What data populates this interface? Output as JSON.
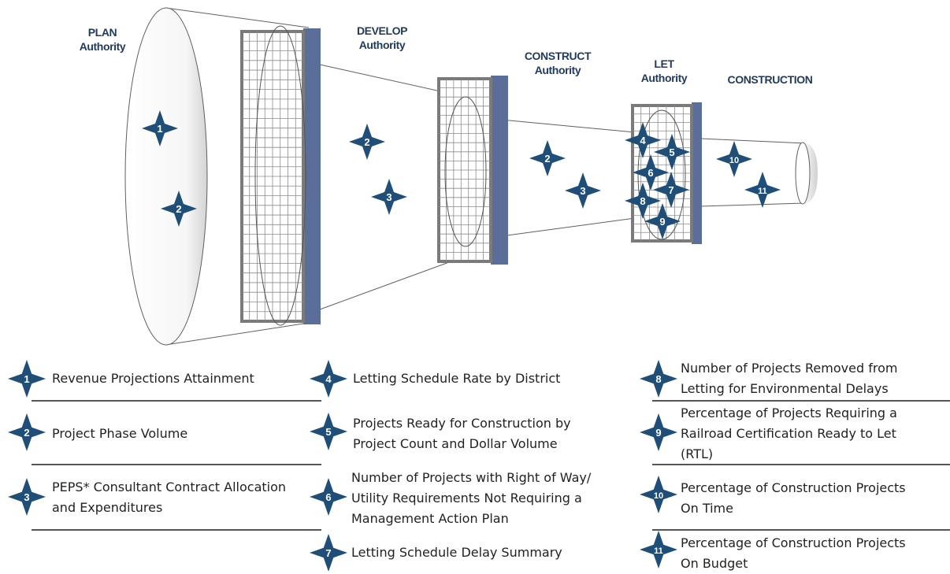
{
  "stages": [
    {
      "title": "PLAN",
      "subtitle": "Authority"
    },
    {
      "title": "DEVELOP",
      "subtitle": "Authority"
    },
    {
      "title": "CONSTRUCT",
      "subtitle": "Authority"
    },
    {
      "title": "LET",
      "subtitle": "Authority"
    },
    {
      "title": "CONSTRUCTION",
      "subtitle": ""
    }
  ],
  "diagram_markers": [
    "1",
    "2",
    "2",
    "3",
    "2",
    "3",
    "4",
    "5",
    "6",
    "7",
    "8",
    "9",
    "10",
    "11"
  ],
  "legend": [
    {
      "number": "1",
      "lines": [
        "Revenue Projections Attainment"
      ]
    },
    {
      "number": "2",
      "lines": [
        "Project Phase Volume"
      ]
    },
    {
      "number": "3",
      "lines": [
        "PEPS* Consultant Contract Allocation",
        "and Expenditures"
      ]
    },
    {
      "number": "4",
      "lines": [
        "Letting Schedule Rate by District"
      ]
    },
    {
      "number": "5",
      "lines": [
        "Projects Ready for Construction by",
        "Project Count and Dollar Volume"
      ]
    },
    {
      "number": "6",
      "lines": [
        "Number of Projects with Right of Way/",
        "Utility Requirements Not Requiring a",
        "Management Action Plan"
      ]
    },
    {
      "number": "7",
      "lines": [
        "Letting Schedule Delay Summary"
      ]
    },
    {
      "number": "8",
      "lines": [
        "Number of Projects Removed from",
        "Letting for Environmental Delays"
      ]
    },
    {
      "number": "9",
      "lines": [
        "Percentage of Projects Requiring a",
        "Railroad Certification Ready to Let",
        "(RTL)"
      ]
    },
    {
      "number": "10",
      "lines": [
        "Percentage of Construction Projects",
        "On Time"
      ]
    },
    {
      "number": "11",
      "lines": [
        "Percentage of Construction Projects",
        "On Budget"
      ]
    }
  ],
  "colors": {
    "marker": "#1f4e79",
    "filter_face": "#5a6e99",
    "frame": "#7a7a7a",
    "label": "#1f3a5f"
  }
}
